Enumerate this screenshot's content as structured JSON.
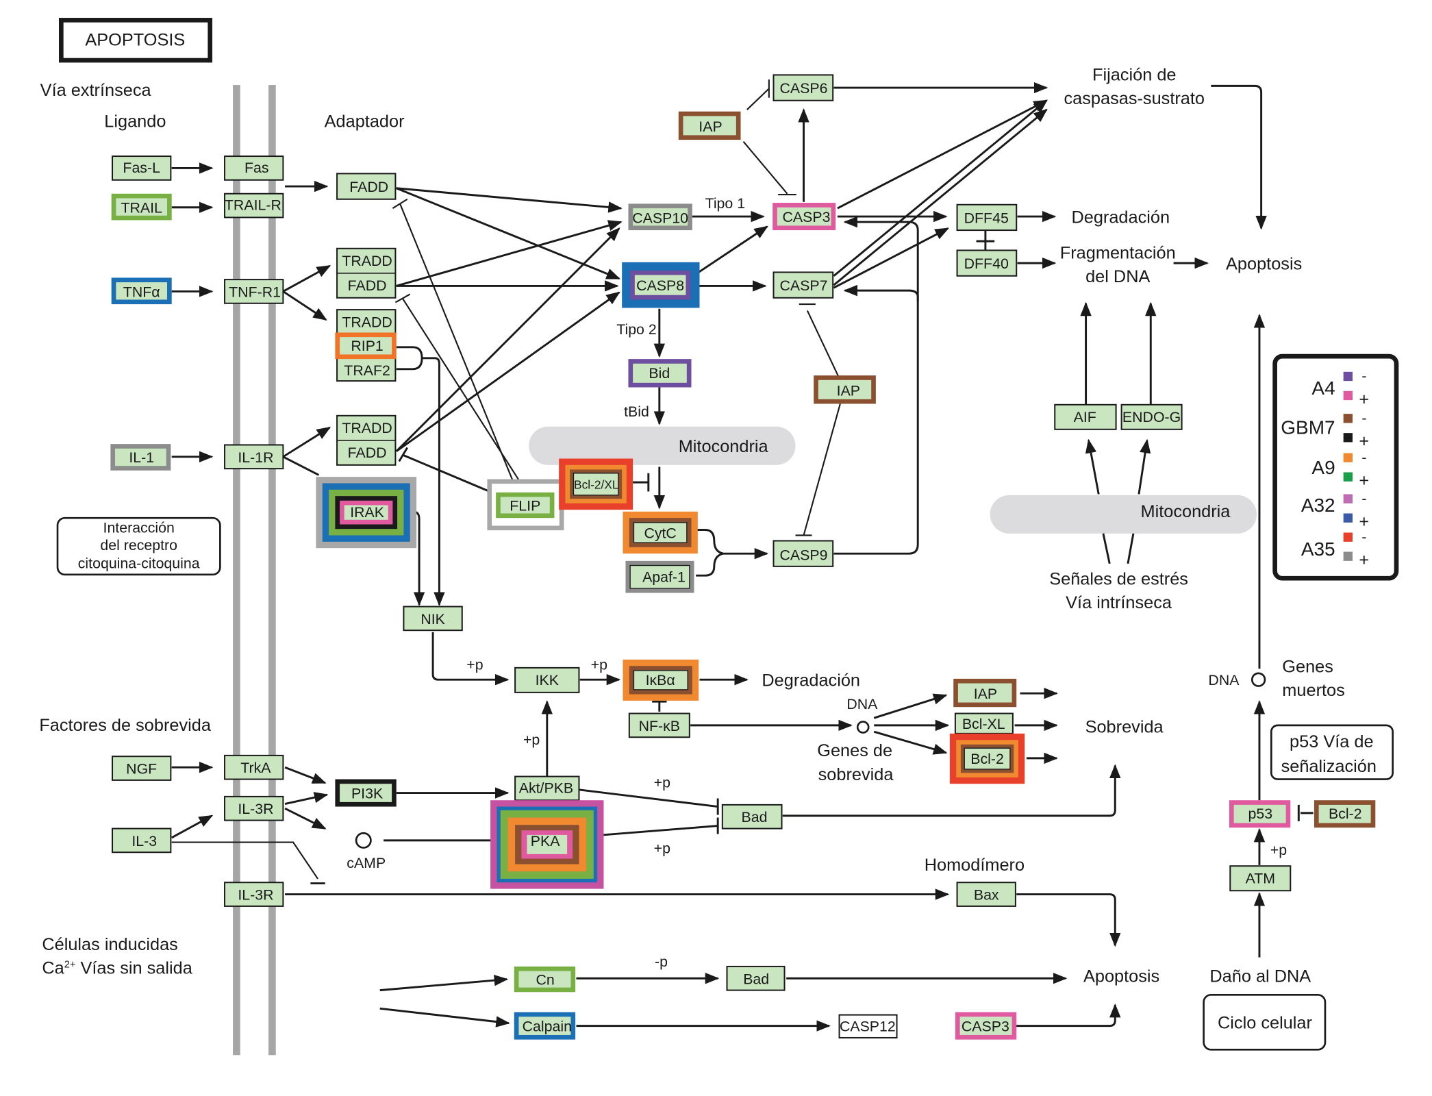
{
  "title": "APOPTOSIS",
  "colors": {
    "node_fill": "#c9e6c0",
    "membrane": "#a6a6a6",
    "mitochondria": "#dcdcde",
    "A4_minus": "#6e4e9e",
    "A4_plus": "#e05aa0",
    "GBM7_minus": "#8a5030",
    "GBM7_plus": "#1a1a1a",
    "A9_minus": "#f0892f",
    "A9_plus": "#1a9e4a",
    "A32_minus": "#c06cb4",
    "A32_plus": "#3b5aa8",
    "A35_minus": "#e8402a",
    "A35_plus": "#8c8c8c",
    "green_border": "#78b044",
    "blue_border": "#1a6fb5"
  },
  "legend": {
    "groups": [
      {
        "name": "A4",
        "minus": "-",
        "plus": "+",
        "minus_color": "#6e4e9e",
        "plus_color": "#e05aa0"
      },
      {
        "name": "GBM7",
        "minus": "-",
        "plus": "+",
        "minus_color": "#8a5030",
        "plus_color": "#1a1a1a"
      },
      {
        "name": "A9",
        "minus": "-",
        "plus": "+",
        "minus_color": "#f0892f",
        "plus_color": "#1a9e4a"
      },
      {
        "name": "A32",
        "minus": "-",
        "plus": "+",
        "minus_color": "#c06cb4",
        "plus_color": "#3b5aa8"
      },
      {
        "name": "A35",
        "minus": "-",
        "plus": "+",
        "minus_color": "#e8402a",
        "plus_color": "#8c8c8c"
      }
    ]
  },
  "labels": {
    "via_extrinseca": "Vía extrínseca",
    "ligando": "Ligando",
    "adaptador": "Adaptador",
    "interaccion": [
      "Interacción",
      "del receptro",
      "citoquina-citoquina"
    ],
    "factores": "Factores de sobrevida",
    "celulas": "Células inducidas",
    "ca_prefix": "Ca",
    "ca_sup": "2+",
    "ca_suffix": " Vías sin salida",
    "tipo1": "Tipo 1",
    "tipo2": "Tipo 2",
    "tbid": "tBid",
    "mitocondria1": "Mitocondria",
    "mitocondria2": "Mitocondria",
    "fijacion": [
      "Fijación de",
      "caspasas-sustrato"
    ],
    "degradacion1": "Degradación",
    "fragmentacion": [
      "Fragmentación",
      "del DNA"
    ],
    "apoptosis_right": "Apoptosis",
    "senales": [
      "Señales de estrés",
      "Vía intrínseca"
    ],
    "degradacion2": "Degradación",
    "dna1": "DNA",
    "genes_sobrevida": [
      "Genes de",
      "sobrevida"
    ],
    "sobrevida": "Sobrevida",
    "dna2": "DNA",
    "genes_muertos": [
      "Genes",
      "muertos"
    ],
    "p53_via": [
      "p53 Vía de",
      "señalización"
    ],
    "camp": "cAMP",
    "homodimero": "Homodímero",
    "apoptosis_bottom": "Apoptosis",
    "dano": "Daño al DNA",
    "ciclo": "Ciclo celular",
    "plus_p": "+p",
    "minus_p": "-p"
  },
  "nodes": {
    "fasl": "Fas-L",
    "trail": "TRAIL",
    "tnfa": "TNFα",
    "il1": "IL-1",
    "fas": "Fas",
    "trailr": "TRAIL-R",
    "tnfr1": "TNF-R1",
    "il1r": "IL-1R",
    "fadd1": "FADD",
    "tradd1": "TRADD",
    "fadd2": "FADD",
    "tradd2": "TRADD",
    "rip1": "RIP1",
    "traf2": "TRAF2",
    "tradd3": "TRADD",
    "fadd3": "FADD",
    "irak": "IRAK",
    "flip": "FLIP",
    "casp10": "CASP10",
    "casp8": "CASP8",
    "casp3": "CASP3",
    "casp6": "CASP6",
    "casp7": "CASP7",
    "iap1": "IAP",
    "iap2": "IAP",
    "bid": "Bid",
    "bcl2xl": "Bcl-2/XL",
    "cytc": "CytC",
    "apaf1": "Apaf-1",
    "casp9": "CASP9",
    "dff45": "DFF45",
    "dff40": "DFF40",
    "aif": "AIF",
    "endog": "ENDO-G",
    "nik": "NIK",
    "ikk": "IKK",
    "ikba": "IκBα",
    "nfkb": "NF-κB",
    "iap3": "IAP",
    "bclxl": "Bcl-XL",
    "bcl2a": "Bcl-2",
    "ngf": "NGF",
    "trka": "TrkA",
    "il3r1": "IL-3R",
    "il3": "IL-3",
    "il3r2": "IL-3R",
    "pi3k": "PI3K",
    "akt": "Akt/PKB",
    "pka": "PKA",
    "bad1": "Bad",
    "bax": "Bax",
    "cn": "Cn",
    "bad2": "Bad",
    "calpain": "Calpain",
    "casp12": "CASP12",
    "casp3b": "CASP3",
    "p53": "p53",
    "bcl2b": "Bcl-2",
    "atm": "ATM"
  }
}
